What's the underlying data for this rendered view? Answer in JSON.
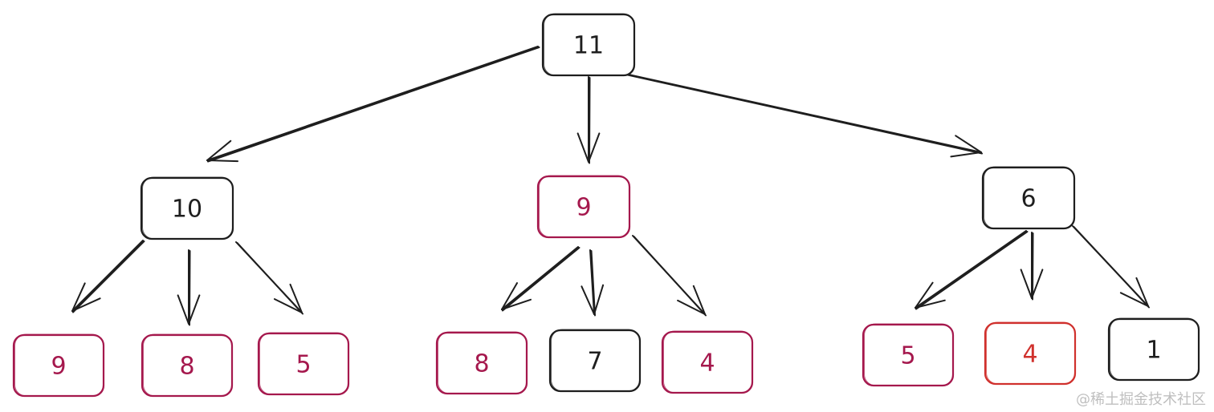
{
  "colors": {
    "black": "#1e1e1e",
    "crimson": "#a5184d",
    "red": "#d0312d"
  },
  "tree": {
    "root": {
      "label": "11",
      "color": "black"
    },
    "children": [
      {
        "label": "10",
        "color": "black",
        "children": [
          {
            "label": "9",
            "color": "crimson"
          },
          {
            "label": "8",
            "color": "crimson"
          },
          {
            "label": "5",
            "color": "crimson"
          }
        ]
      },
      {
        "label": "9",
        "color": "crimson",
        "children": [
          {
            "label": "8",
            "color": "crimson"
          },
          {
            "label": "7",
            "color": "black"
          },
          {
            "label": "4",
            "color": "crimson"
          }
        ]
      },
      {
        "label": "6",
        "color": "black",
        "children": [
          {
            "label": "5",
            "color": "crimson"
          },
          {
            "label": "4",
            "color": "red"
          },
          {
            "label": "1",
            "color": "black"
          }
        ]
      }
    ]
  },
  "watermark": "@稀土掘金技术社区"
}
